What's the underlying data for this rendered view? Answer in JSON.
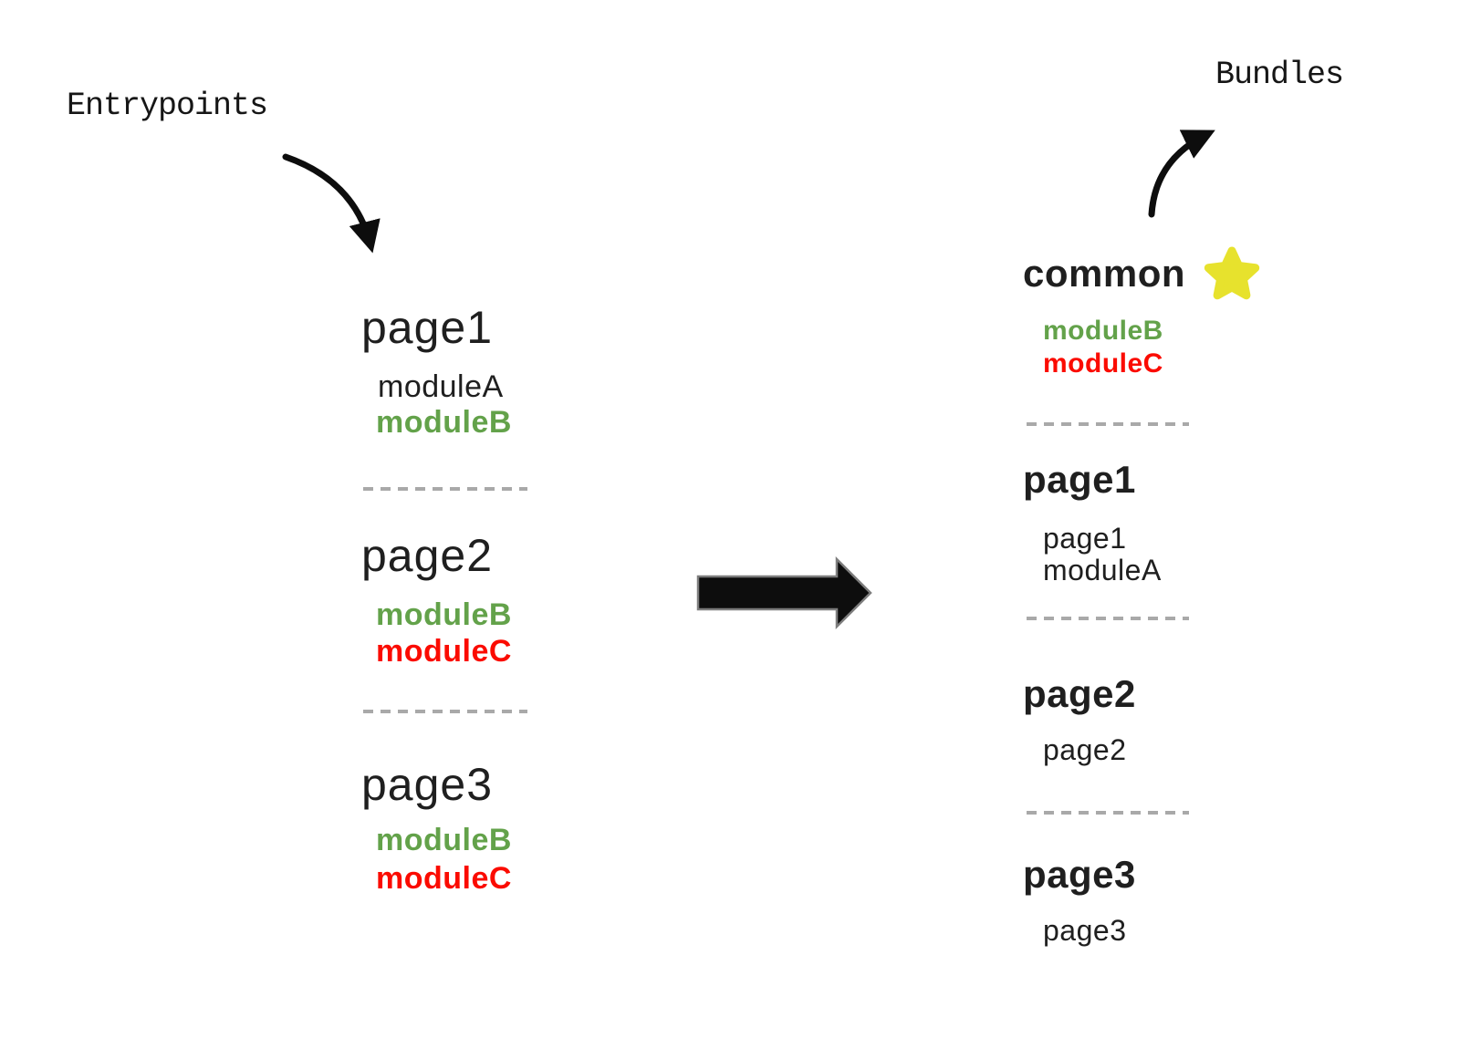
{
  "labels": {
    "entrypoints": "Entrypoints",
    "bundles": "Bundles"
  },
  "colors": {
    "text": "#1f1f1f",
    "module_b_green": "#63a24a",
    "module_c_red": "#fb0b00",
    "star_yellow": "#e7e22d",
    "dash_gray": "#a9a9a9",
    "arrow_black": "#0d0d0d",
    "arrow_outline_gray": "#7d7d7d"
  },
  "icons": {
    "star": "star-icon",
    "entry_arrow": "curved-arrow-down-right",
    "bundle_arrow": "curved-arrow-up-right",
    "transform_arrow": "thick-right-arrow"
  },
  "entrypoints": [
    {
      "title": "page1",
      "modules": [
        {
          "name": "moduleA"
        },
        {
          "name": "moduleB"
        }
      ]
    },
    {
      "title": "page2",
      "modules": [
        {
          "name": "moduleB"
        },
        {
          "name": "moduleC"
        }
      ]
    },
    {
      "title": "page3",
      "modules": [
        {
          "name": "moduleB"
        },
        {
          "name": "moduleC"
        }
      ]
    }
  ],
  "bundles": [
    {
      "title": "common",
      "starred": true,
      "modules": [
        {
          "name": "moduleB"
        },
        {
          "name": "moduleC"
        }
      ]
    },
    {
      "title": "page1",
      "starred": false,
      "modules": [
        {
          "name": "page1"
        },
        {
          "name": "moduleA"
        }
      ]
    },
    {
      "title": "page2",
      "starred": false,
      "modules": [
        {
          "name": "page2"
        }
      ]
    },
    {
      "title": "page3",
      "starred": false,
      "modules": [
        {
          "name": "page3"
        }
      ]
    }
  ]
}
